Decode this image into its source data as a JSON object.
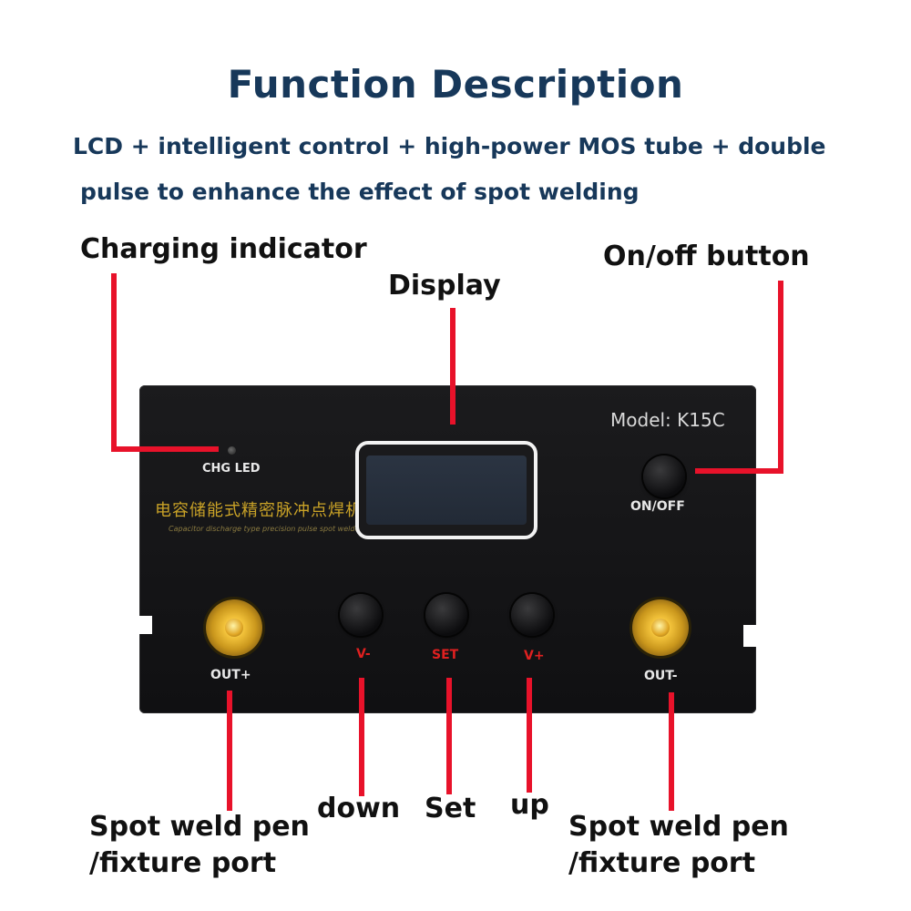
{
  "header": {
    "title": "Function Description",
    "subtitle_line1": "LCD + intelligent control + high-power MOS tube + double",
    "subtitle_line2": "pulse to enhance the effect of spot welding"
  },
  "callouts": {
    "charging_indicator": "Charging indicator",
    "display": "Display",
    "on_off_button": "On/off button",
    "down": "down",
    "set": "Set",
    "up": "up",
    "left_port_line1": "Spot weld pen",
    "left_port_line2": "/fixture port",
    "right_port_line1": "Spot weld pen",
    "right_port_line2": "/fixture port"
  },
  "device": {
    "model": "Model: K15C",
    "chg_led": "CHG LED",
    "on_off": "ON/OFF",
    "chinese_title": "电容储能式精密脉冲点焊机",
    "english_subtitle": "Capacitor discharge type precision pulse spot welder",
    "out_plus": "OUT+",
    "out_minus": "OUT-",
    "v_minus": "V-",
    "set": "SET",
    "v_plus": "V+"
  },
  "colors": {
    "title": "#17385a",
    "callout_line": "#e8122a",
    "panel": "#141416",
    "terminal_gold": "#e0a624"
  },
  "icons": {
    "led": "led-indicator-icon",
    "terminal": "brass-terminal-icon",
    "knob": "round-button-icon"
  }
}
